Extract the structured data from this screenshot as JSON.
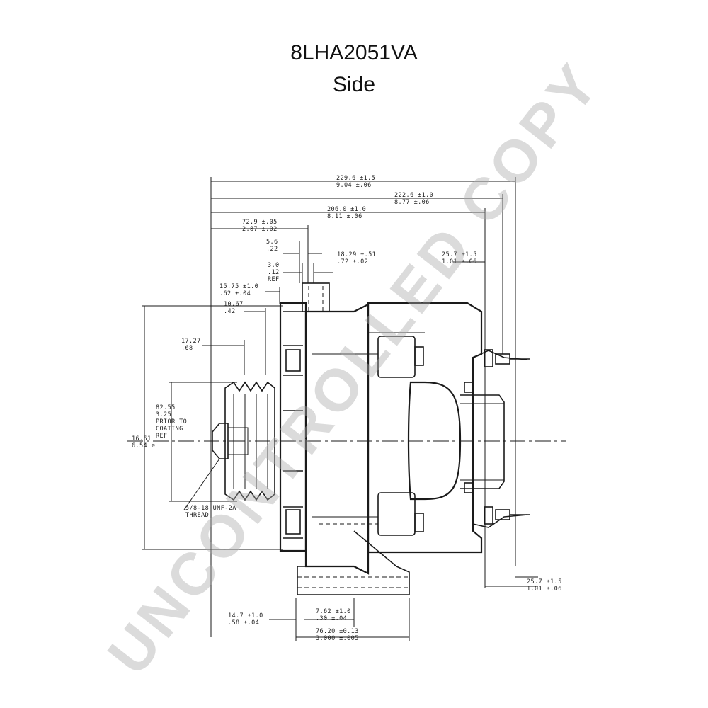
{
  "title": "8LHA2051VA",
  "subtitle": "Side",
  "watermark": "UNCONTROLLED COPY",
  "dimensions": {
    "overall_length": [
      "229.6 ±1.5",
      "9.04 ±.06"
    ],
    "length_to_terminal": [
      "222.6 ±1.0",
      "8.77 ±.06"
    ],
    "length_to_frame": [
      "206.0 ±1.0",
      "8.11 ±.06"
    ],
    "pulley_to_mount": [
      "72.9 ±.05",
      "2.87 ±.02"
    ],
    "mount_slot": [
      "5.6",
      ".22"
    ],
    "mount_offset": [
      "18.29 ±.51",
      ".72 ±.02"
    ],
    "terminal_offset_top": [
      "25.7 ±1.5",
      "1.01 ±.06"
    ],
    "flange_ref": [
      "3.0",
      ".12",
      "REF"
    ],
    "fan_offset": [
      "15.75 ±1.0",
      ".62 ±.04"
    ],
    "fan_width": [
      "10.67",
      ".42"
    ],
    "pulley_width": [
      "17.27",
      ".68"
    ],
    "pulley_diameter": [
      "82.55",
      "3.25",
      "PRIOR TO",
      "COATING",
      "REF"
    ],
    "housing_diameter": [
      "16.61",
      "6.54 ⌀"
    ],
    "shaft_thread": [
      "5/8-18 UNF-2A",
      "THREAD"
    ],
    "terminal_offset_bottom": [
      "25.7 ±1.5",
      "1.01 ±.06"
    ],
    "foot_offset": [
      "14.7 ±1.0",
      ".58 ±.04"
    ],
    "foot_step": [
      "7.62 ±1.0",
      ".30 ±.04"
    ],
    "foot_length": [
      "76.20 ±0.13",
      "3.000 ±.005"
    ]
  }
}
